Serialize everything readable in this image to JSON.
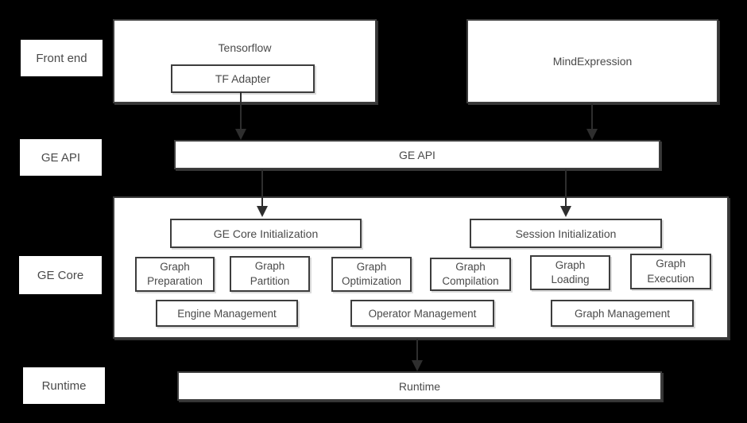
{
  "canvas": {
    "background": "#000000",
    "box_fill": "#ffffff",
    "border_color": "#3d3d3d",
    "text_color": "#4a4a4a",
    "arrow_color": "#2e2e2e"
  },
  "row_labels": {
    "front_end": "Front end",
    "ge_api": "GE API",
    "ge_core": "GE Core",
    "runtime": "Runtime"
  },
  "front_end": {
    "tensorflow_label": "Tensorflow",
    "tf_adapter_label": "TF Adapter",
    "mind_expression_label": "MindExpression"
  },
  "ge_api": {
    "bar_label": "GE API"
  },
  "ge_core": {
    "init_label": "GE Core Initialization",
    "session_label": "Session Initialization",
    "modules": [
      "Graph Preparation",
      "Graph Partition",
      "Graph Optimization",
      "Graph Compilation",
      "Graph Loading",
      "Graph Execution"
    ],
    "managers": [
      "Engine Management",
      "Operator Management",
      "Graph Management"
    ]
  },
  "runtime": {
    "bar_label": "Runtime"
  }
}
